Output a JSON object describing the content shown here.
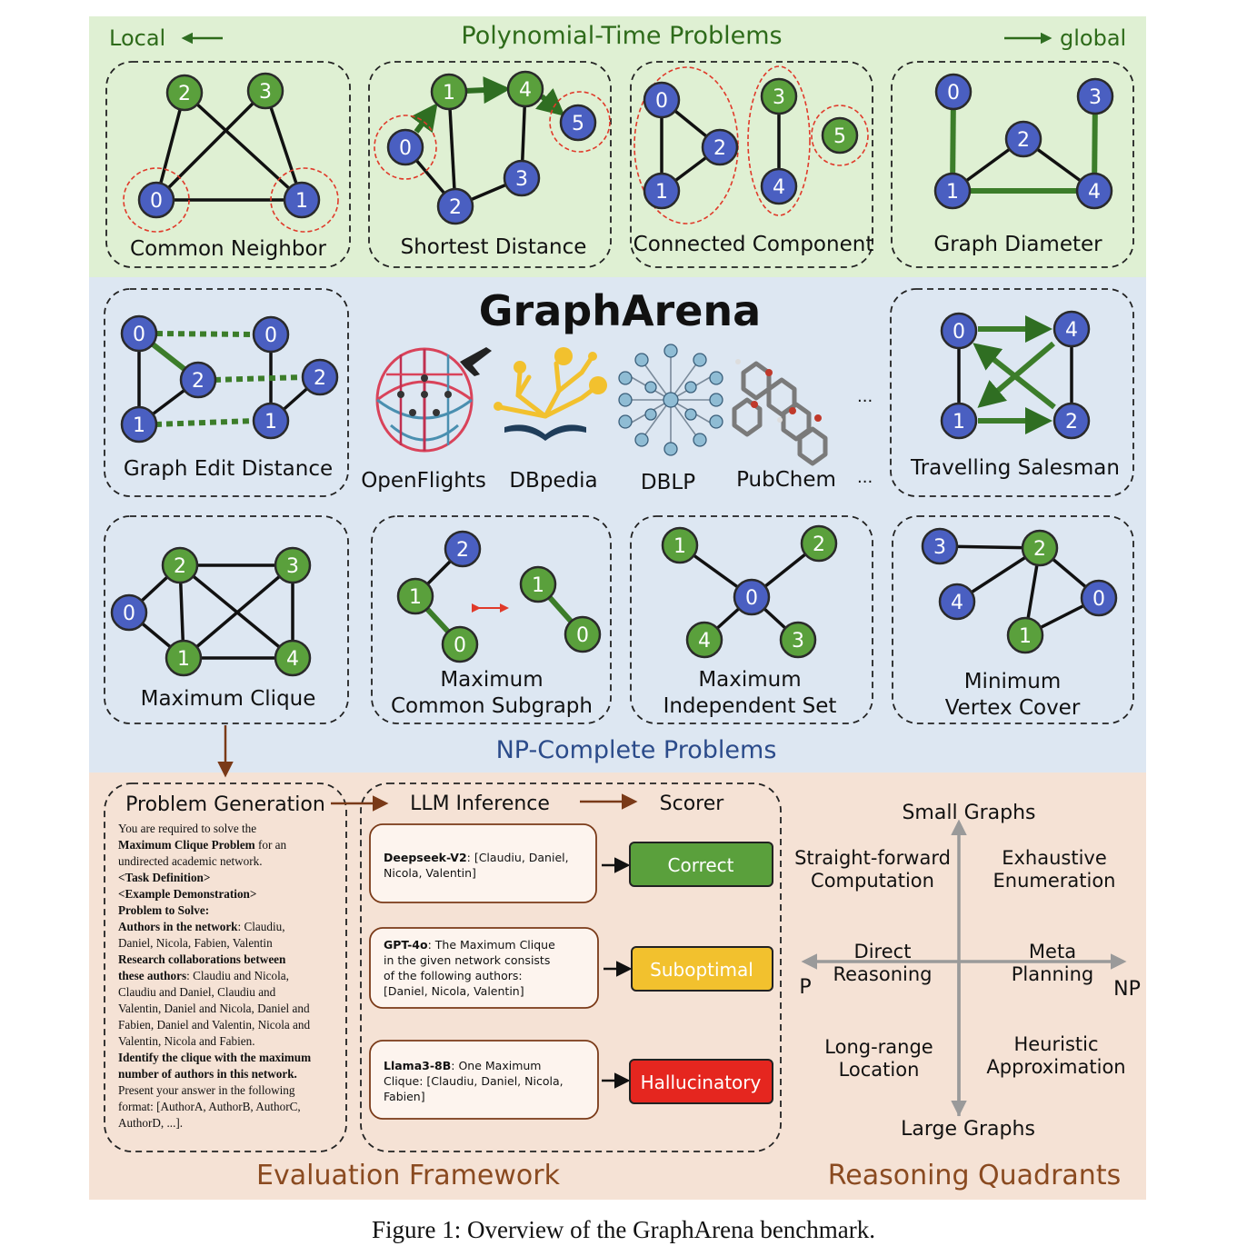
{
  "header": {
    "local_label": "Local",
    "global_label": "global",
    "poly_title": "Polynomial-Time Problems",
    "np_title": "NP-Complete Problems",
    "arena_title": "GraphArena"
  },
  "poly_tasks": [
    "Common Neighbor",
    "Shortest Distance",
    "Connected Component",
    "Graph Diameter"
  ],
  "np_tasks_top": [
    "Graph Edit Distance",
    "Travelling Salesman"
  ],
  "np_tasks_bottom": {
    "max_clique": "Maximum Clique",
    "mcs_1": "Maximum",
    "mcs_2": "Common Subgraph",
    "mis_1": "Maximum",
    "mis_2": "Independent Set",
    "mvc_1": "Minimum",
    "mvc_2": "Vertex Cover"
  },
  "datasets": [
    "OpenFlights",
    "DBpedia",
    "DBLP",
    "PubChem"
  ],
  "ellipsis": "...",
  "eval": {
    "problem_generation": "Problem Generation",
    "llm_inference": "LLM Inference",
    "scorer": "Scorer",
    "framework_title": "Evaluation Framework",
    "prompt": {
      "l1": "You are required to solve the",
      "l2b": "Maximum Clique Problem",
      "l2": " for an",
      "l3": "undirected academic network.",
      "l4": "<Task Definition>",
      "l5": "<Example Demonstration>",
      "l6": "Problem to Solve:",
      "l7b": "Authors in the network",
      "l7": ": Claudiu,",
      "l8": "Daniel, Nicola, Fabien, Valentin",
      "l9": "Research collaborations between",
      "l10b": "these authors",
      "l10": ": Claudiu and Nicola,",
      "l11": "Claudiu and Daniel, Claudiu and",
      "l12": "Valentin, Daniel and Nicola, Daniel and",
      "l13": "Fabien, Daniel and Valentin, Nicola and",
      "l14": "Valentin, Nicola and Fabien.",
      "l15": "Identify the clique with the maximum",
      "l16": "number of authors in this network.",
      "l17": "Present your answer in the following",
      "l18": "format: [AuthorA, AuthorB, AuthorC,",
      "l19": "AuthorD, ...]."
    },
    "responses": [
      {
        "model": "Deepseek-V2",
        "a1": ": [Claudiu, Daniel,",
        "a2": "Nicola, Valentin]",
        "a3": "",
        "a4": "",
        "verdict": "Correct",
        "color": "#5aa03c"
      },
      {
        "model": "GPT-4o",
        "a1": ":  The Maximum Clique",
        "a2": "in the given network consists",
        "a3": "of the following  authors:",
        "a4": "[Daniel, Nicola, Valentin]",
        "verdict": "Suboptimal",
        "color": "#f2c12e"
      },
      {
        "model": "Llama3-8B",
        "a1": ": One Maximum",
        "a2": "Clique: [Claudiu, Daniel, Nicola,",
        "a3": "Fabien]",
        "a4": "",
        "verdict": "Hallucinatory",
        "color": "#e5261f"
      }
    ]
  },
  "quadrants": {
    "title": "Reasoning Quadrants",
    "top": "Small Graphs",
    "bottom": "Large Graphs",
    "left": "P",
    "right": "NP",
    "tl_1": "Straight-forward",
    "tl_2": "Computation",
    "tr_1": "Exhaustive",
    "tr_2": "Enumeration",
    "ml_1": "Direct",
    "ml_2": "Reasoning",
    "mr_1": "Meta",
    "mr_2": "Planning",
    "bl_1": "Long-range",
    "bl_2": "Location",
    "br_1": "Heuristic",
    "br_2": "Approximation"
  },
  "caption": "Figure 1: Overview of the GraphArena benchmark.",
  "colors": {
    "poly_bg": "#dff0d3",
    "np_bg": "#dde7f2",
    "eval_bg": "#f5e2d5",
    "green_node": "#5aa03c",
    "blue_node": "#4a5fc1",
    "title_green": "#2e6b1a",
    "title_blue": "#2b4b8a",
    "title_brown": "#8a4a20"
  }
}
